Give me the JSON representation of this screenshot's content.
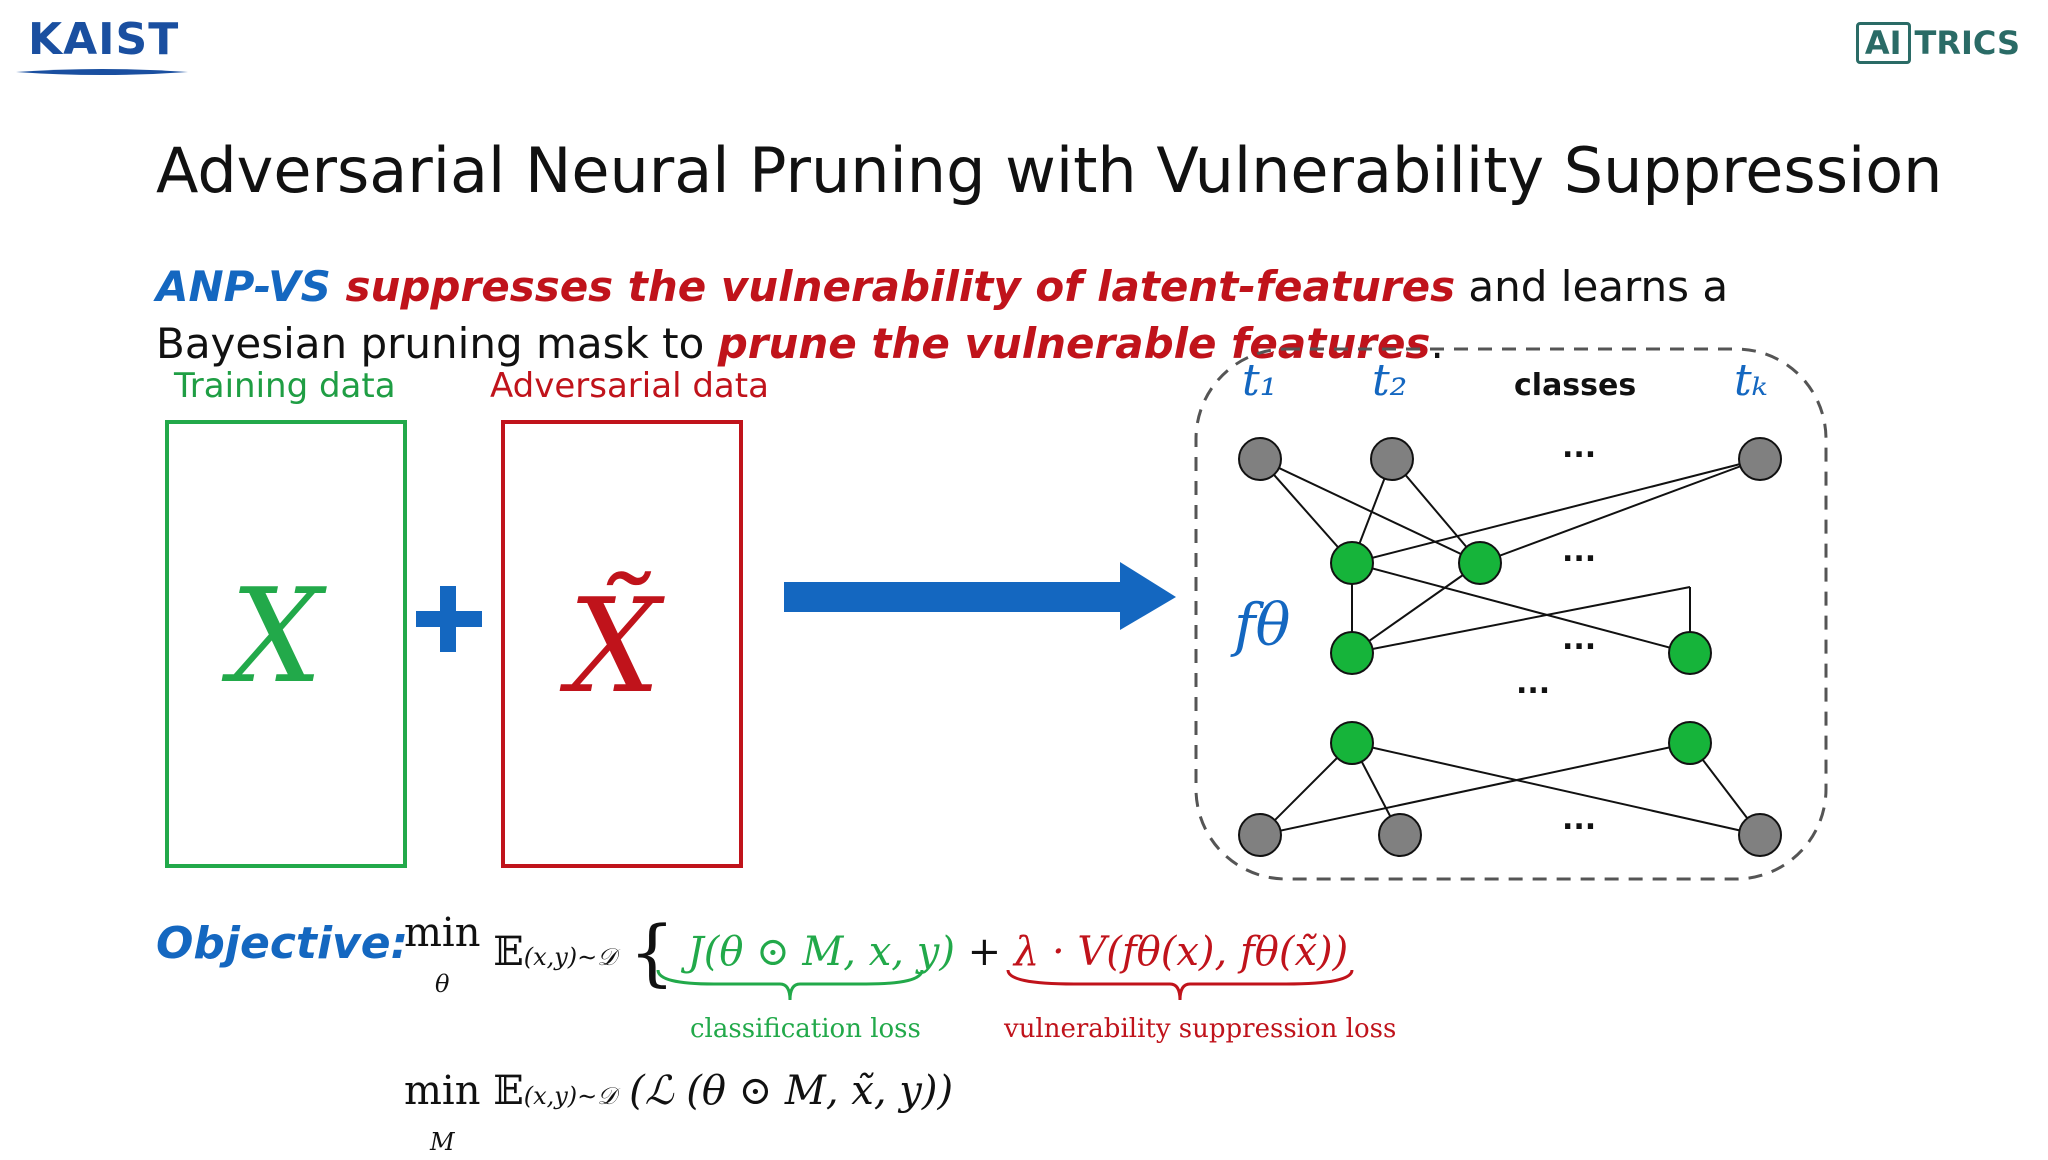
{
  "header": {
    "left_logo": "KAIST",
    "right_logo_box": "AI",
    "right_logo_text": "TRICS"
  },
  "slide": {
    "title": "Adversarial Neural Pruning with Vulnerability Suppression",
    "subtitle_parts": {
      "p1": "ANP-VS",
      "p2": " suppresses the vulnerability of latent-features",
      "p3": " and learns a Bayesian pruning mask to ",
      "p4": "prune the vulnerable features",
      "p5": "."
    }
  },
  "diagram": {
    "training_label": "Training data",
    "adversarial_label": "Adversarial data",
    "training_symbol": "X",
    "adversarial_symbol": "X̃",
    "plus": "+",
    "network": {
      "class_labels": [
        "t₁",
        "t₂",
        "tₖ"
      ],
      "classes_label": "classes",
      "f_label": "fθ",
      "ellipsis": "..."
    }
  },
  "objective": {
    "label": "Objective:",
    "eq1_prefix": "min",
    "eq1_min_sub": "θ",
    "eq1_E": "𝔼",
    "eq1_E_sub": "(x,y)∼𝒟",
    "eq1_brace": "{",
    "eq1_term1": "J(θ ⊙ M, x, y)",
    "eq1_plus": "+",
    "eq1_term2": "λ · V(fθ(x), fθ(x̃))",
    "classification_loss": "classification loss",
    "vulnerability_loss": "vulnerability suppression loss",
    "eq2_prefix": "min",
    "eq2_min_sub": "M",
    "eq2_E": "𝔼",
    "eq2_E_sub": "(x,y)∼𝒟",
    "eq2_body": "(ℒ (θ ⊙ M, x̃, y))"
  },
  "colors": {
    "blue": "#1467c0",
    "red": "#c0131b",
    "green": "#22a94a",
    "gray_node": "#808080"
  }
}
